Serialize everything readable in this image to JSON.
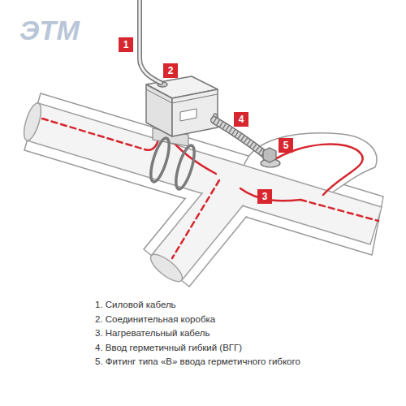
{
  "diagram": {
    "labels": [
      "1",
      "2",
      "4",
      "5",
      "3",
      "1. Силовой кабель",
      "2. Соединительная коробка",
      "3. Нагревательный кабель",
      "4. Ввод герметичный гибкий (ВГГ)",
      "5. Фитинг типа «В» ввода герметичного гибкого",
      "ЭТМ"
    ]
  }
}
